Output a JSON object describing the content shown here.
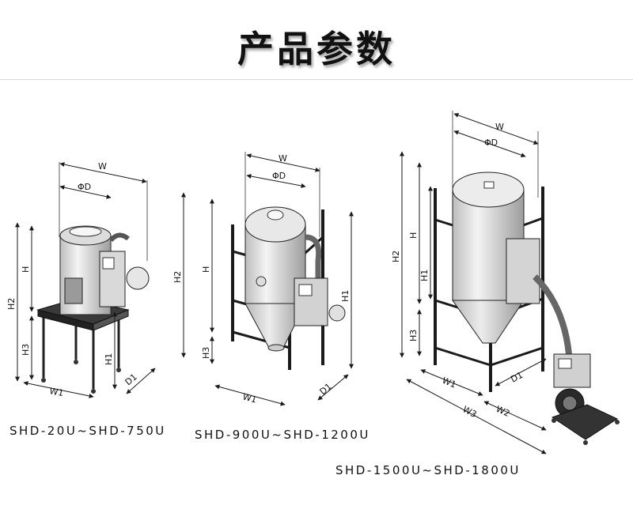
{
  "title": "产品参数",
  "models": [
    {
      "label": "SHD-20U~SHD-750U",
      "dims": {
        "W": "W",
        "D": "ΦD",
        "H": "H",
        "H1": "H1",
        "H2": "H2",
        "H3": "H3",
        "W1": "W1",
        "D1": "D1"
      }
    },
    {
      "label": "SHD-900U~SHD-1200U",
      "dims": {
        "W": "W",
        "D": "ΦD",
        "H": "H",
        "H1": "H1",
        "H2": "H2",
        "H3": "H3",
        "W1": "W1",
        "D1": "D1"
      }
    },
    {
      "label": "SHD-1500U~SHD-1800U",
      "dims": {
        "W": "W",
        "D": "ΦD",
        "H": "H",
        "H1": "H1",
        "H2": "H2",
        "H3": "H3",
        "W1": "W1",
        "D1": "D1",
        "W2": "W2",
        "W3": "W3"
      }
    }
  ],
  "colors": {
    "line": "#1a1a1a",
    "body_light": "#eeeeee",
    "body_mid": "#cfcfcf",
    "frame": "#2a2a2a"
  }
}
